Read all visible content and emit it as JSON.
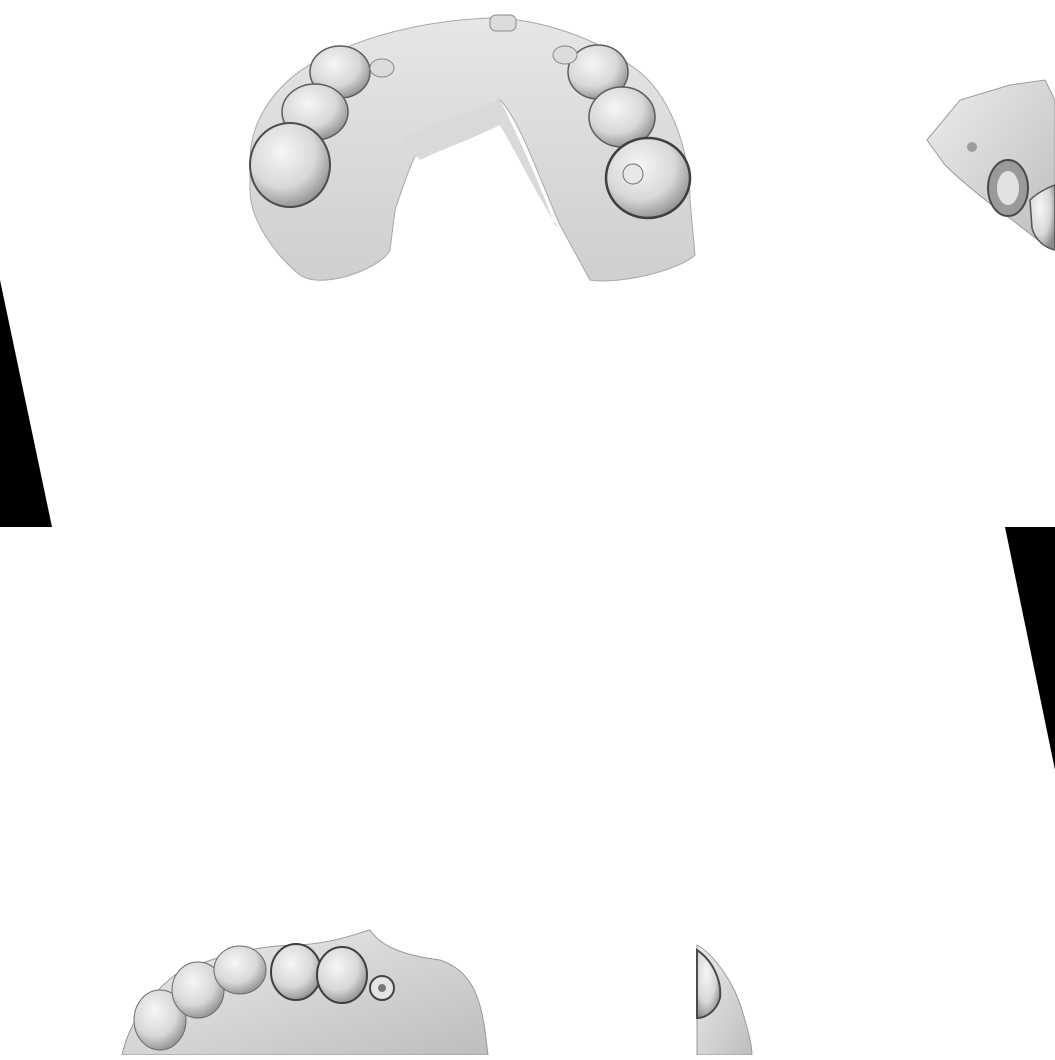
{
  "scene": {
    "background_color": "#ffffff",
    "panels": [
      {
        "name": "upper-arch-occlusal-view",
        "subject": "dental-model-upper-arch"
      },
      {
        "name": "palate-lateral-view",
        "subject": "dental-model-palate-with-implant-site"
      },
      {
        "name": "lower-arch-side-view",
        "subject": "dental-model-arch-side"
      },
      {
        "name": "molar-fragment-view",
        "subject": "dental-model-tooth-fragment"
      }
    ],
    "colors": {
      "model_light": "#e9e9e9",
      "model_mid": "#c9c9c9",
      "model_shadow": "#6f6f6f",
      "mask_black": "#000000"
    }
  }
}
